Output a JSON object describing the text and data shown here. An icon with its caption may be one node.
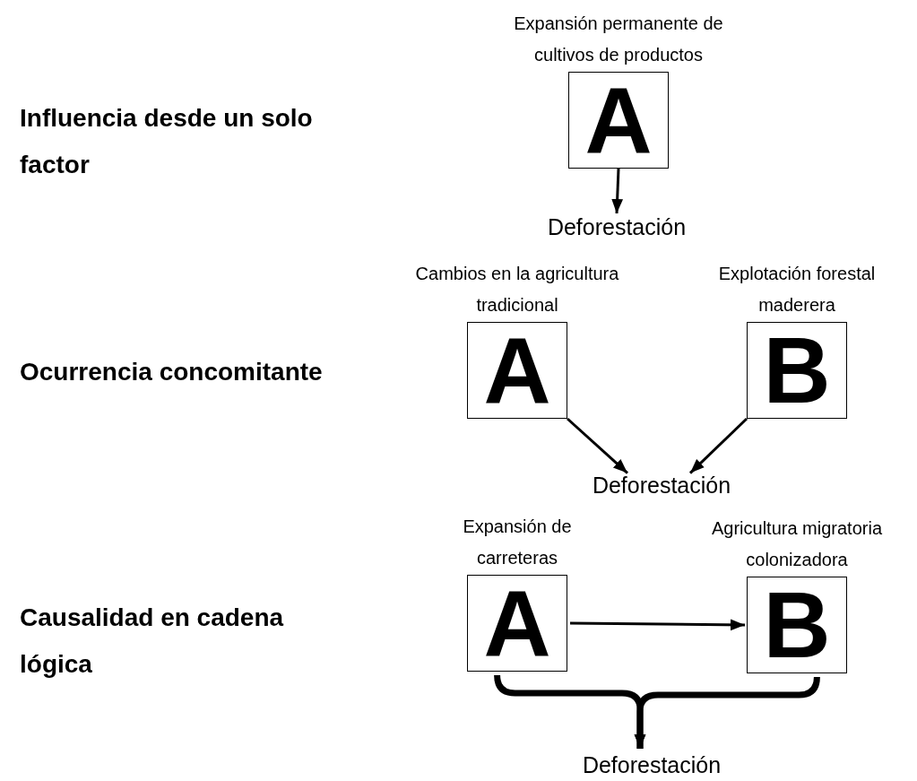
{
  "diagram": {
    "nodes": [
      {
        "text": [
          "Expansión permanente de cultivos de productos",
          "A"
        ]
      },
      {
        "text": [
          "Deforestación"
        ]
      },
      {
        "text": [
          "Cambios en la agricultura tradicional",
          "A"
        ]
      },
      {
        "text": [
          "Explotación forestal maderera",
          "B"
        ]
      },
      {
        "text": [
          "Deforestación"
        ]
      },
      {
        "text": [
          "Expansión de carreteras",
          "A"
        ]
      },
      {
        "text": [
          "Agricultura migratoria colonizadora",
          "B"
        ]
      },
      {
        "text": [
          "Deforestación"
        ]
      }
    ],
    "edges": [
      {
        "from": 0,
        "to": 1,
        "arrow": "to"
      },
      {
        "from": 2,
        "to": 4,
        "arrow": "to"
      },
      {
        "from": 3,
        "to": 4,
        "arrow": "to"
      },
      {
        "from": 5,
        "to": 6,
        "arrow": "to"
      },
      {
        "from": 5,
        "to": 7,
        "arrow": "to",
        "style": "thick"
      },
      {
        "from": 6,
        "to": 7,
        "arrow": "to",
        "style": "thick"
      }
    ],
    "labels": [
      "Influencia desde un solo factor",
      "Ocurrencia concomitante",
      "Causalidad en cadena lógica"
    ]
  }
}
